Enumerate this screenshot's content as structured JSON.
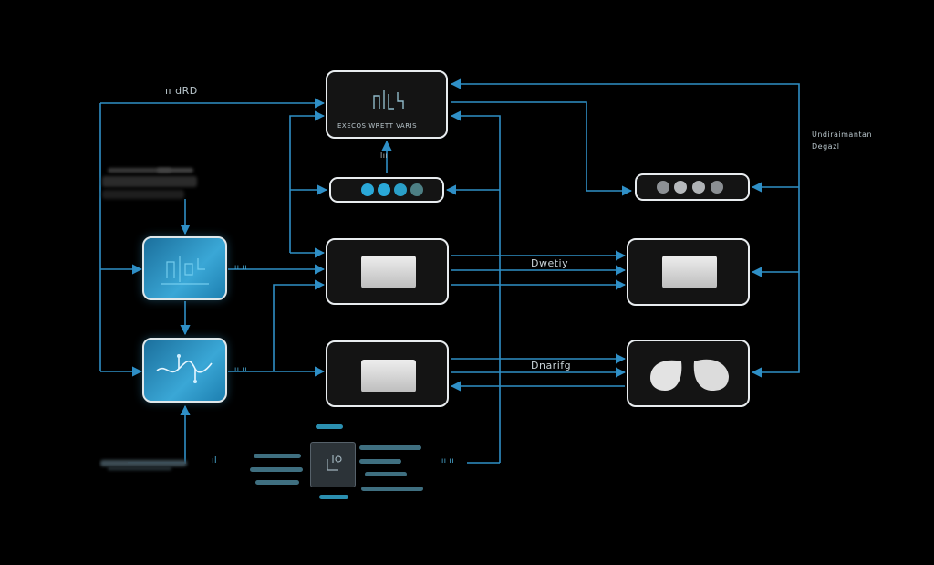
{
  "labels": {
    "top_left": "ıı dRD",
    "top_node_caption": "EXECOS WRETT VARIS",
    "top_node_sub": "lıı|",
    "right_note_line1": "Undiraimantan",
    "right_note_line2": "Degazl",
    "row1_label": "Dwetiy",
    "row2_label": "Dnarifg",
    "left_mid1": "ıı ıı",
    "left_mid2": "ıı ıı",
    "mid_bottom": "ıı ıı"
  },
  "colors": {
    "wire": "#2f8fc6",
    "dot_blue": "#2aa8d8",
    "dot_gray": "#9aa0a3"
  },
  "icons": {
    "top_node": "circuit-icon",
    "blue_node_1": "circuit-board-icon",
    "blue_node_2": "circuit-trace-icon",
    "bottom_hub": "cpu-chip-icon"
  }
}
